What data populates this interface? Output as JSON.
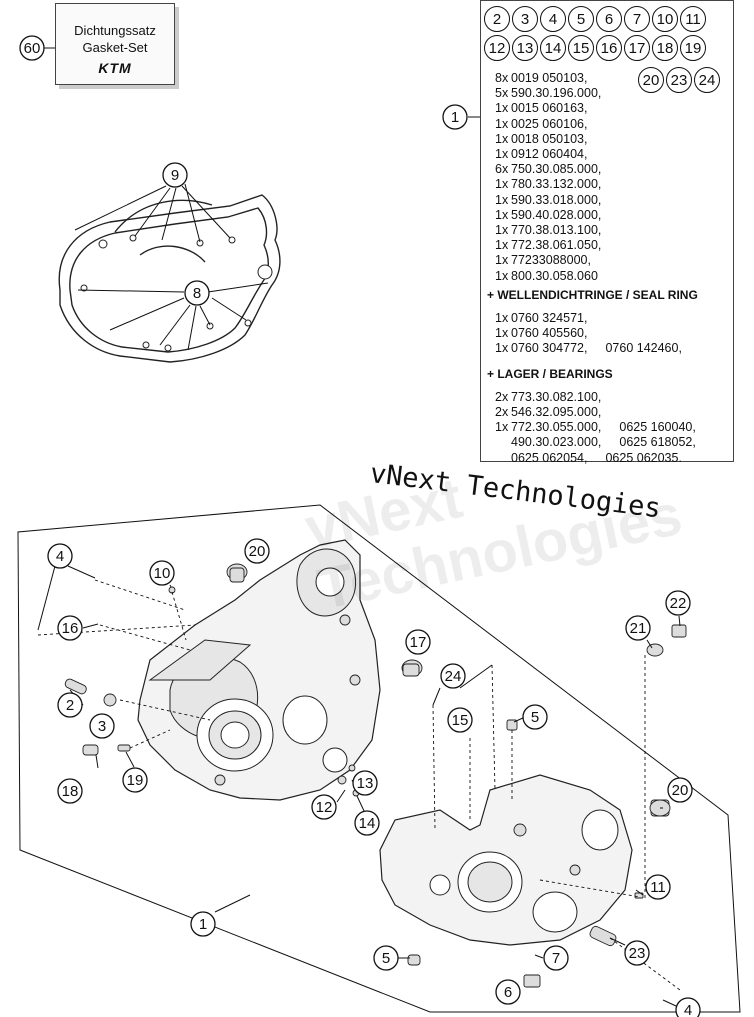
{
  "gasket_box": {
    "line1": "Dichtungssatz",
    "line2": "Gasket-Set",
    "logo": "KTM"
  },
  "kit_callouts_row1": [
    "2",
    "3",
    "4",
    "5",
    "6",
    "7",
    "10",
    "11"
  ],
  "kit_callouts_row2": [
    "12",
    "13",
    "14",
    "15",
    "16",
    "17",
    "18",
    "19"
  ],
  "kit_callouts_row3": [
    "20",
    "23",
    "24"
  ],
  "kit_parts": [
    {
      "qty": "8x",
      "num": "0019 050103,"
    },
    {
      "qty": "5x",
      "num": "590.30.196.000,"
    },
    {
      "qty": "1x",
      "num": "0015 060163,"
    },
    {
      "qty": "1x",
      "num": "0025 060106,"
    },
    {
      "qty": "1x",
      "num": "0018 050103,"
    },
    {
      "qty": "1x",
      "num": "0912 060404,"
    },
    {
      "qty": "6x",
      "num": "750.30.085.000,"
    },
    {
      "qty": "1x",
      "num": "780.33.132.000,"
    },
    {
      "qty": "1x",
      "num": "590.33.018.000,"
    },
    {
      "qty": "1x",
      "num": "590.40.028.000,"
    },
    {
      "qty": "1x",
      "num": "770.38.013.100,"
    },
    {
      "qty": "1x",
      "num": "772.38.061.050,"
    },
    {
      "qty": "1x",
      "num": "77233088000,"
    },
    {
      "qty": "1x",
      "num": "800.30.058.060"
    }
  ],
  "seal_heading": "+ WELLENDICHTRINGE /  SEAL RING",
  "seal_parts": [
    {
      "qty": "1x",
      "num": "0760 324571,",
      "extra": ""
    },
    {
      "qty": "1x",
      "num": "0760 405560,",
      "extra": ""
    },
    {
      "qty": "1x",
      "num": "0760 304772,",
      "extra": "0760 142460,"
    }
  ],
  "bearing_heading": "+ LAGER / BEARINGS",
  "bearing_parts": [
    {
      "qty": "2x",
      "num": "773.30.082.100,",
      "extra": ""
    },
    {
      "qty": "2x",
      "num": "546.32.095.000,",
      "extra": ""
    },
    {
      "qty": "1x",
      "num": "772.30.055.000,",
      "extra": "0625 160040,"
    },
    {
      "qty": "",
      "num": "490.30.023.000,",
      "extra": "0625 618052,"
    },
    {
      "qty": "",
      "num": "0625 062054,",
      "extra": "0625 062035."
    }
  ],
  "watermark": "vNext Technologies",
  "callouts": {
    "c60": "60",
    "c1_kit": "1",
    "c9": "9",
    "c8": "8",
    "c4": "4",
    "c16": "16",
    "c2": "2",
    "c3": "3",
    "c18": "18",
    "c19": "19",
    "c10": "10",
    "c20a": "20",
    "c17": "17",
    "c12": "12",
    "c13": "13",
    "c14": "14",
    "c1_main": "1",
    "c22": "22",
    "c21": "21",
    "c24": "24",
    "c15": "15",
    "c5a": "5",
    "c20b": "20",
    "c11": "11",
    "c5b": "5",
    "c7": "7",
    "c23": "23",
    "c6": "6",
    "c4b": "4"
  }
}
